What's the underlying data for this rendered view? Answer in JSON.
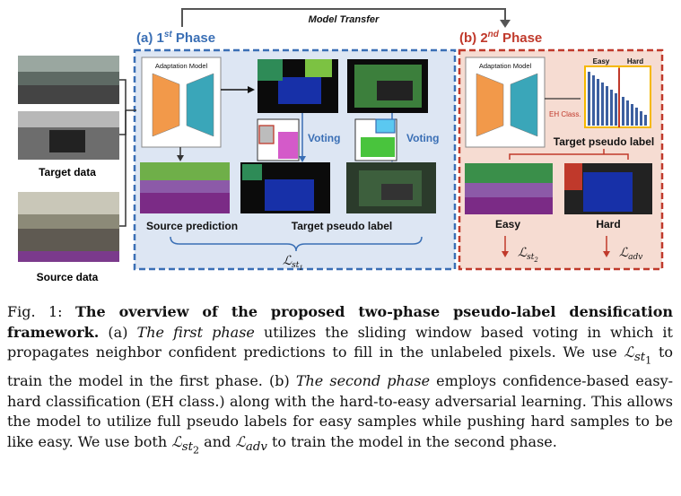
{
  "figure": {
    "model_transfer": "Model Transfer",
    "phase1": {
      "label_prefix": "(a) 1",
      "sup": "st",
      "label_suffix": " Phase"
    },
    "phase2": {
      "label_prefix": "(b) 2",
      "sup": "nd",
      "label_suffix": " Phase"
    },
    "adaptation_model_1": "Adaptation Model",
    "adaptation_model_2": "Adaptation Model",
    "voting_1": "Voting",
    "voting_2": "Voting",
    "target_data": "Target data",
    "source_data": "Source data",
    "source_prediction": "Source prediction",
    "target_pseudo_label_1": "Target pseudo label",
    "target_pseudo_label_2": "Target pseudo label",
    "eh_class": "EH Class.",
    "easy_top": "Easy",
    "hard_top": "Hard",
    "easy": "Easy",
    "hard": "Hard",
    "loss_st1": "st",
    "loss_st1_sub": "1",
    "loss_st2": "st",
    "loss_st2_sub": "2",
    "loss_adv": "adv",
    "colors": {
      "phase1": "#3a6fb5",
      "phase2": "#c0392b",
      "orange": "#f2994a",
      "teal": "#3aa6b9",
      "gold": "#f5b800"
    }
  },
  "caption": {
    "fig_label": "Fig. 1:",
    "title": "The overview of the proposed two-phase pseudo-label densification framework.",
    "p1": "(a)",
    "p2": "The first phase",
    "p3": "utilizes the sliding window based voting in which it propagates neighbor confident predictions to fill in the unlabeled pixels. We use",
    "p4": "to train the model in the first phase. (b)",
    "p5": "The second phase",
    "p6": "employs confidence-based easy-hard classification (EH class.) along with the hard-to-easy adversarial learning. This allows the model to utilize full pseudo labels for easy samples while pushing hard samples to be like easy. We use both",
    "p7": "and",
    "p8": "to train the model in the second phase.",
    "sym_L": "ℒ",
    "sub_st1": "st",
    "sub_st1_n": "1",
    "sub_st2": "st",
    "sub_st2_n": "2",
    "sub_adv": "adv"
  }
}
